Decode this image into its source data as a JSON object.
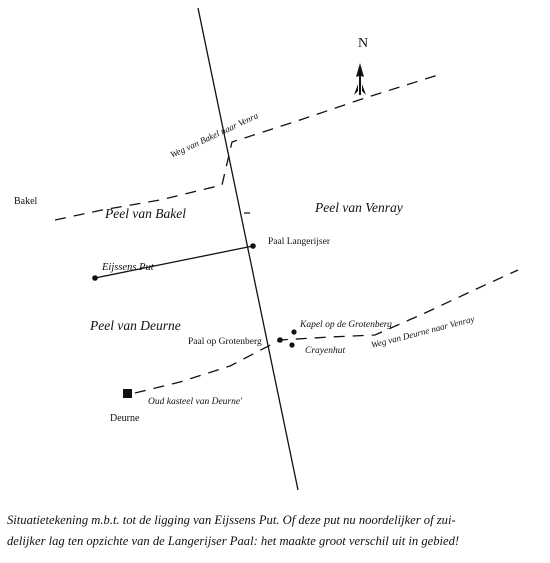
{
  "map": {
    "north_label": "N",
    "regions": {
      "peel_van_bakel": "Peel van Bakel",
      "peel_van_venray": "Peel van Venray",
      "peel_van_deurne": "Peel van Deurne"
    },
    "places": {
      "bakel": "Bakel",
      "deurne": "Deurne",
      "paal_langerijser": "Paal Langerijser",
      "eijssens_put": "Eijssens Put",
      "paal_op_grotenberg": "Paal op Grotenberg",
      "kapel_op_de_grotenberg": "Kapel op de Grotenberg",
      "crayenhut": "Crayenhut",
      "oud_kasteel_van_deurne": "Oud kasteel van Deurne'"
    },
    "roads": {
      "bakel_venray": "Weg van Bakel naar Venray",
      "deurne_venray": "Weg van Deurne naar Venray"
    }
  },
  "caption": {
    "line1": "Situatietekening m.b.t. tot de ligging van Eijssens Put. Of deze put nu noordelijker of zui-",
    "line2": "delijker lag ten opzichte van de Langerijser Paal: het maakte groot verschil uit in gebied!"
  }
}
